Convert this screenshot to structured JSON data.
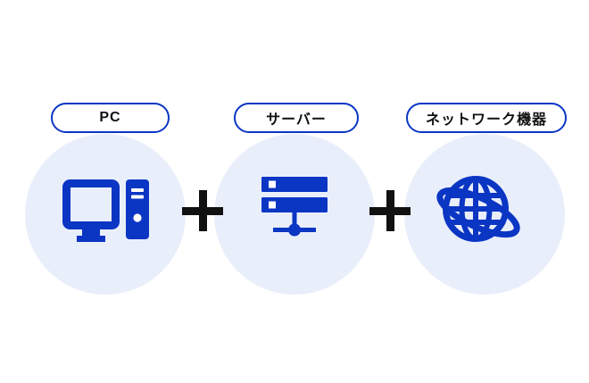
{
  "diagram": {
    "items": [
      {
        "label": "PC",
        "icon": "desktop-pc"
      },
      {
        "label": "サーバー",
        "icon": "server"
      },
      {
        "label": "ネットワーク機器",
        "icon": "network-globe"
      }
    ],
    "separator": "+",
    "colors": {
      "icon_blue": "#0b36c4",
      "pill_border": "#0b36c4",
      "circle_bg": "#e9eefb",
      "label_text": "#111111",
      "plus": "#111111",
      "background": "#ffffff"
    }
  }
}
